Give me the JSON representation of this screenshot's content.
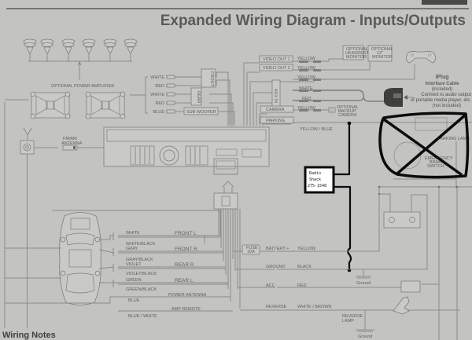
{
  "header": {
    "title": "Expanded Wiring Diagram - Inputs/Outputs",
    "brand_strip_color": "#4a4b48"
  },
  "colors": {
    "paper": "#c3c4c1",
    "line": "#7d7e7b",
    "text": "#5e5f5c",
    "ink": "#0c0c0c"
  },
  "amplifier": {
    "label": "OPTIONAL POWER AMPLIFIER",
    "speaker_count": 6
  },
  "rca_outputs": {
    "wires": [
      {
        "color": "WHITE"
      },
      {
        "color": "RED"
      },
      {
        "color": "WHITE"
      },
      {
        "color": "RED"
      },
      {
        "color": "BLUE"
      }
    ],
    "groups": [
      "FRONT",
      "REAR",
      "SUB WOOFER"
    ]
  },
  "antenna": {
    "label_line1": "FM/AM",
    "label_line2": "ANTENNA"
  },
  "video": {
    "outputs": [
      {
        "label": "VIDEO OUT 1",
        "wire": "YELLOW"
      },
      {
        "label": "VIDEO OUT 2",
        "wire": "YELLOW"
      }
    ],
    "aux_label": "AUX IN",
    "aux_wires": [
      "YELLOW",
      "WHITE",
      "RED"
    ],
    "camera": {
      "label": "CAMERA",
      "wire": "YELLOW"
    },
    "parking": {
      "label": "PARKING",
      "wire": "YELLOW / BLUE"
    },
    "headrest_monitor": {
      "line1": "OPTIONAL",
      "line2": "HEADREST",
      "line3": "MONITOR"
    },
    "monitor": {
      "line1": "OPTIONAL",
      "line2": "12\"",
      "line3": "MONITOR"
    },
    "backup_camera": {
      "line1": "OPTIONAL",
      "line2": "BACKUP",
      "line3": "CAMERA"
    }
  },
  "iplug": {
    "brand": "iPlug",
    "title": "Interface Cable",
    "subtitle": "(included)",
    "note_line1": "Connect to audio output",
    "note_line2": "of portable media player, etc.",
    "note_line3": "(not included)"
  },
  "parking_brake": {
    "lamp": "PARKING LAMP",
    "switch_line1": "EMERGENCY",
    "switch_line2": "BRAKE",
    "switch_line3": "SWITCH"
  },
  "annotation": {
    "line1": "Radio",
    "line2": "Shack",
    "line3": "275-1548"
  },
  "speakers": [
    {
      "wire_pos": "WHITE",
      "wire_neg": "WHITE/BLACK",
      "channel": "FRONT L"
    },
    {
      "wire_pos": "GRAY",
      "wire_neg": "GRAY/BLACK",
      "channel": "FRONT R"
    },
    {
      "wire_pos": "VIOLET",
      "wire_neg": "VIOLET/BLACK",
      "channel": "REAR R"
    },
    {
      "wire_pos": "GREEN",
      "wire_neg": "GREEN/BLACK",
      "channel": "REAR L"
    }
  ],
  "power": [
    {
      "function": "BATTERY +",
      "wire": "YELLOW"
    },
    {
      "function": "GROUND",
      "wire": "BLACK"
    },
    {
      "function": "ACC",
      "wire": "RED"
    },
    {
      "function": "REVERSE",
      "wire": "WHITE / BROWN"
    }
  ],
  "fuse": {
    "line1": "FUSE",
    "line2": "10A"
  },
  "misc_wires": [
    {
      "wire": "BLUE",
      "function": "POWER ANTENNA"
    },
    {
      "wire": "BLUE / WHITE",
      "function": "AMP REMOTE"
    }
  ],
  "ground_label": "Ground",
  "reverse_lamp": {
    "line1": "REVERSE",
    "line2": "LAMP"
  },
  "footer": {
    "section_title": "Wiring Notes"
  }
}
